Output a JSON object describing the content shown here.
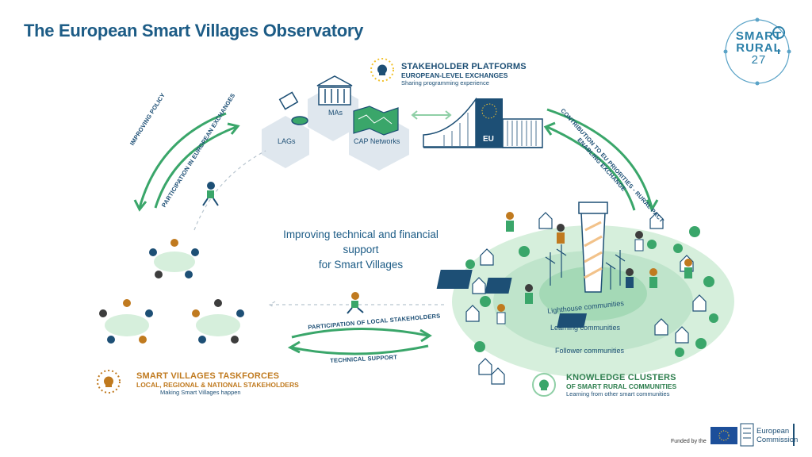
{
  "title": "The European Smart Villages Observatory",
  "logo": {
    "line1": "SMART",
    "line2": "RURAL",
    "line3": "27"
  },
  "center_text": {
    "line1": "Improving technical and financial support",
    "line2": "for Smart Villages"
  },
  "stakeholder_platforms": {
    "heading": "STAKEHOLDER PLATFORMS",
    "subheading": "EUROPEAN-LEVEL EXCHANGES",
    "tagline": "Sharing programming experience",
    "hex_labels": {
      "mas": "MAs",
      "lags": "LAGs",
      "cap": "CAP Networks"
    },
    "eu_label": "EU"
  },
  "taskforces": {
    "heading": "SMART VILLAGES TASKFORCES",
    "subheading": "LOCAL, REGIONAL & NATIONAL STAKEHOLDERS",
    "tagline": "Making Smart Villages happen"
  },
  "knowledge": {
    "heading": "KNOWLEDGE CLUSTERS",
    "subheading": "OF SMART RURAL COMMUNITIES",
    "tagline": "Learning from other smart communities",
    "communities": {
      "lighthouse": "Lighthouse communities",
      "learning": "Learning communities",
      "follower": "Follower communities"
    }
  },
  "arrows": {
    "improving_policy": "IMPROVING POLICY",
    "participation_eu": "PARTICIPATION IN EUROPEAN EXCHANGES",
    "contribution": "CONTRIBUTION TO EU PRIORITIES - RURAL PACT",
    "enabling": "ENABLING EXCHANGE",
    "participation_local": "PARTICIPATION OF LOCAL STAKEHOLDERS",
    "technical": "TECHNICAL SUPPORT"
  },
  "footer": {
    "funded": "Funded by the",
    "ec_line1": "European",
    "ec_line2": "Commission"
  },
  "colors": {
    "navy": "#1d4f75",
    "green": "#3aa66a",
    "light_green": "#d6efdc",
    "orange": "#c07a1f",
    "hex": "#dfe7ee"
  }
}
